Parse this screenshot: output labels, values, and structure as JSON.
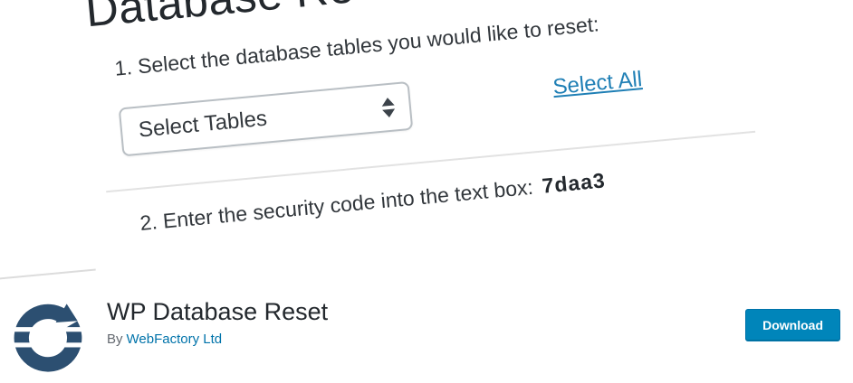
{
  "banner": {
    "heading": "Database Re",
    "step1": "1. Select the database tables you would like to reset:",
    "select_label": "Select Tables",
    "select_all": "Select All",
    "step2_prefix": "2. Enter the security code into the text box:",
    "security_code": "7daa3"
  },
  "footer": {
    "title": "WP Database Reset",
    "byline_prefix": "By",
    "author": "WebFactory Ltd",
    "download_label": "Download"
  },
  "icons": {
    "plugin_logo": "circular-reset-arrow-icon",
    "select_arrows": "up-down-arrows-icon"
  },
  "colors": {
    "download_button": "#0085ba",
    "author_link": "#0073aa",
    "select_all_link": "#1f7fb5",
    "logo_navy": "#2c4f71",
    "text_dark": "#23282d"
  }
}
